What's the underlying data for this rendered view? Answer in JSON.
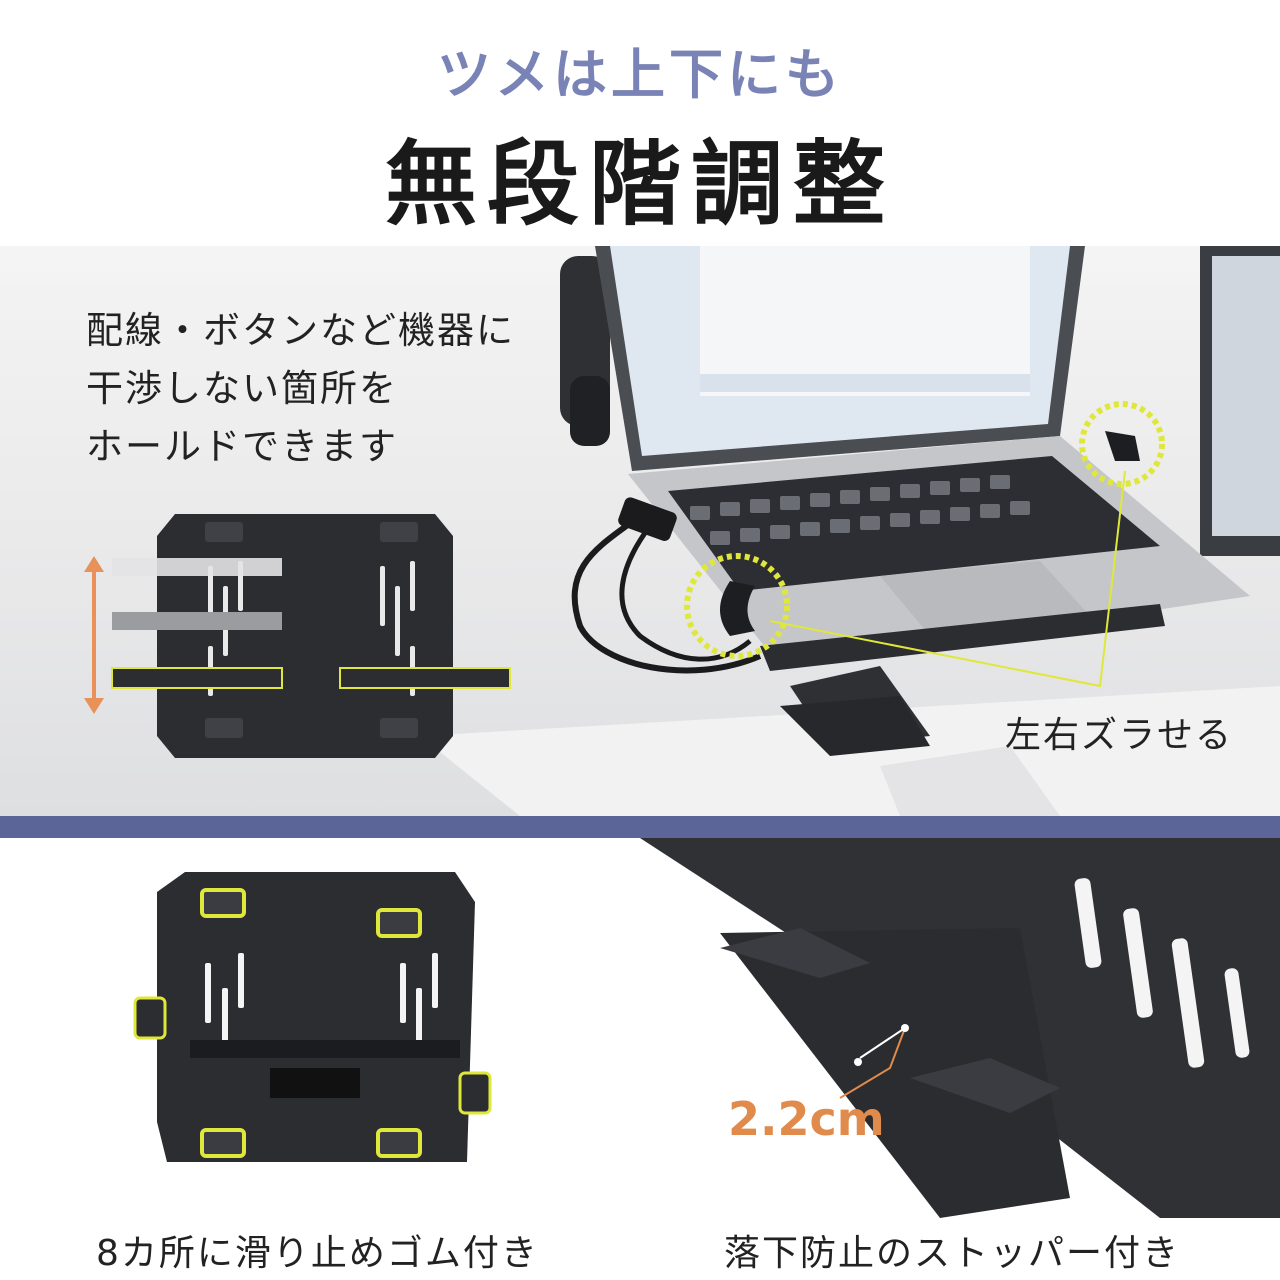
{
  "header": {
    "subtitle": "ツメは上下にも",
    "headline": "無段階調整"
  },
  "top_section": {
    "description_lines": [
      "配線・ボタンなど機器に",
      "干渉しない箇所を",
      "ホールドできます"
    ],
    "callout": "左右ズラせる"
  },
  "bottom_left": {
    "caption": "8カ所に滑り止めゴム付き"
  },
  "bottom_right": {
    "measurement": "2.2cm",
    "caption": "落下防止のストッパー付き"
  },
  "colors": {
    "subtitle": "#7a83b6",
    "headline": "#1a1a1a",
    "text": "#222222",
    "divider": "#5b6597",
    "highlight": "#dfe83a",
    "measurement": "#e08a4b",
    "arrow": "#e8925a",
    "plate": "#2b2d31"
  }
}
